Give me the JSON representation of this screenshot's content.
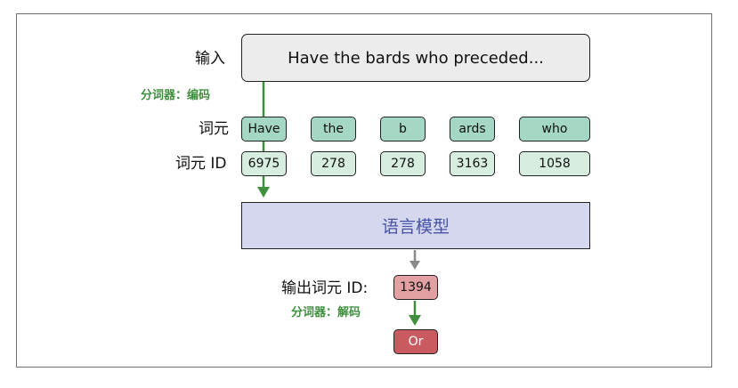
{
  "labels": {
    "input": "输入",
    "tokenizer_encode": "分词器：编码",
    "tokens": "词元",
    "token_ids": "词元 ID",
    "output_token_id": "输出词元 ID:",
    "tokenizer_decode": "分词器：解码"
  },
  "input_text": "Have the bards who preceded...",
  "tokens": [
    "Have",
    "the",
    "b",
    "ards",
    "who"
  ],
  "token_ids": [
    "6975",
    "278",
    "278",
    "3163",
    "1058"
  ],
  "model_label": "语言模型",
  "output_id": "1394",
  "output_token": "Or",
  "colors": {
    "token_fill": "#a5d8c4",
    "token_id_fill": "#d6eddf",
    "model_fill": "#d4d7ee",
    "model_text": "#4753a5",
    "output_id_fill": "#e3a0a3",
    "output_token_fill": "#c85a60",
    "encode_arrow": "#3f8f3f",
    "model_arrow": "#8a8a8a"
  }
}
